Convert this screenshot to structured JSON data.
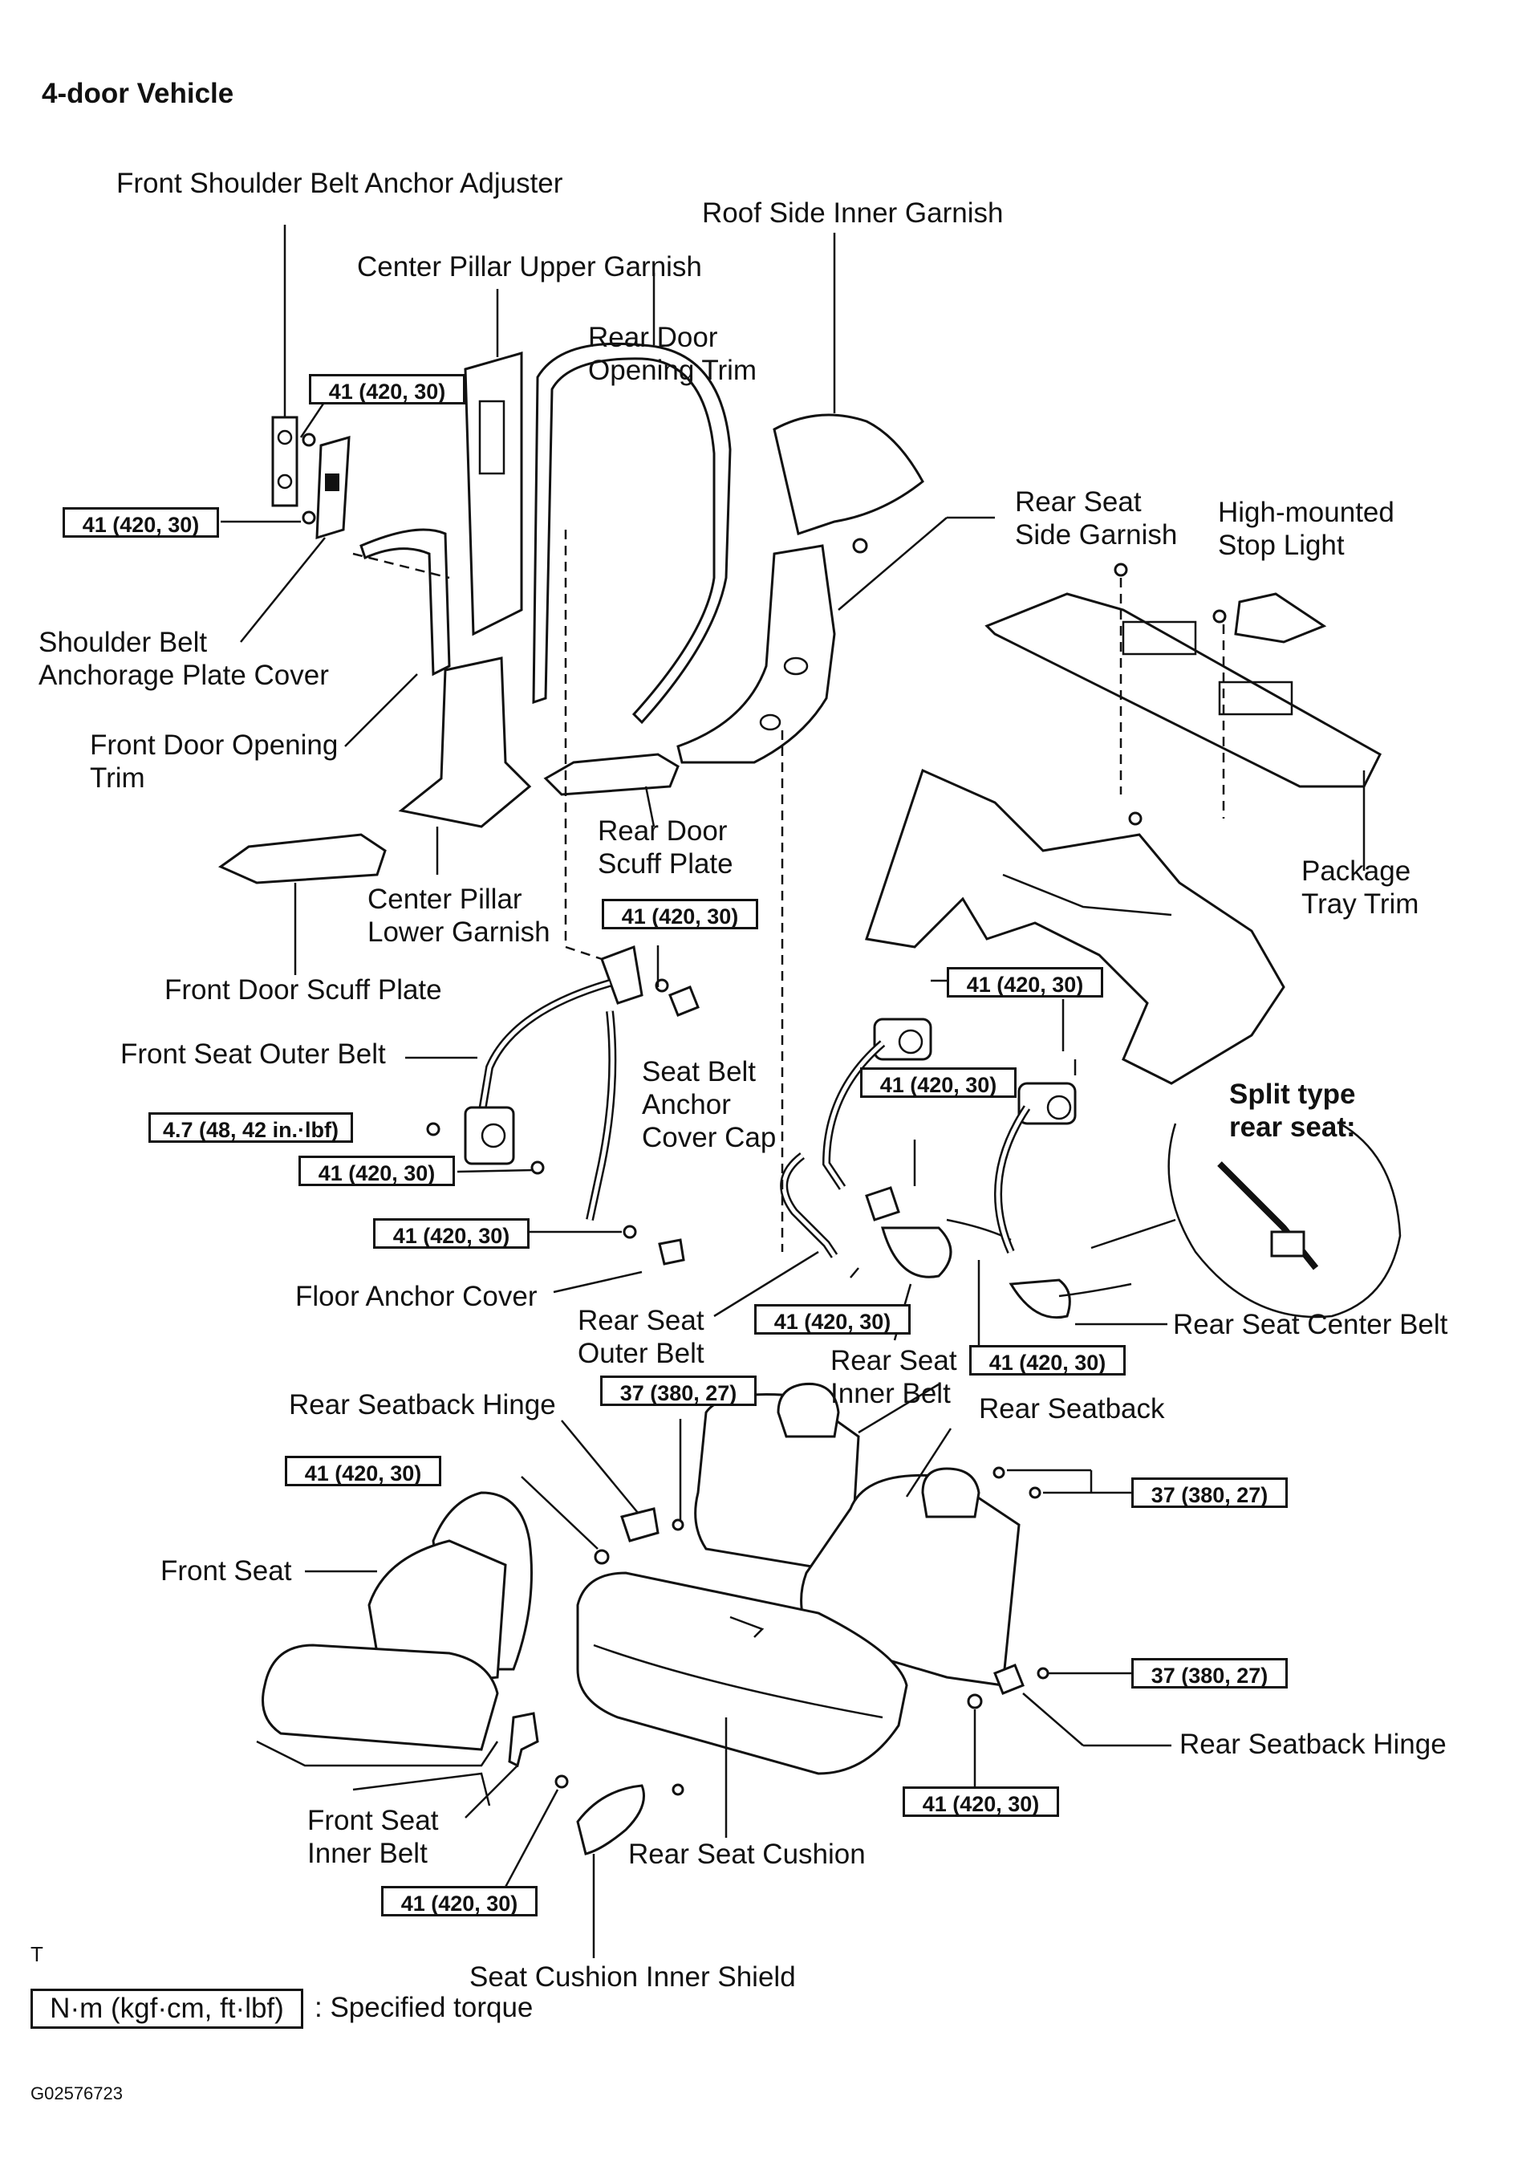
{
  "title": "4-door Vehicle",
  "labels": {
    "front_shoulder_belt_anchor_adjuster": "Front Shoulder Belt Anchor Adjuster",
    "roof_side_inner_garnish": "Roof Side Inner Garnish",
    "center_pillar_upper_garnish": "Center Pillar Upper Garnish",
    "rear_door_opening_trim": "Rear Door\nOpening Trim",
    "rear_seat_side_garnish": "Rear Seat\nSide Garnish",
    "high_mounted_stop_light": "High-mounted\nStop Light",
    "shoulder_belt_anchorage_plate_cover": "Shoulder Belt\nAnchorage Plate Cover",
    "front_door_opening_trim": "Front Door Opening\nTrim",
    "rear_door_scuff_plate": "Rear Door\nScuff Plate",
    "package_tray_trim": "Package\nTray Trim",
    "center_pillar_lower_garnish": "Center Pillar\nLower Garnish",
    "front_door_scuff_plate": "Front Door Scuff Plate",
    "front_seat_outer_belt": "Front Seat Outer Belt",
    "seat_belt_anchor_cover_cap": "Seat Belt\nAnchor\nCover Cap",
    "split_type_rear_seat": "Split type\nrear seat:",
    "floor_anchor_cover": "Floor Anchor Cover",
    "rear_seat_outer_belt": "Rear Seat\nOuter Belt",
    "rear_seat_inner_belt": "Rear Seat\nInner Belt",
    "rear_seat_center_belt": "Rear Seat Center Belt",
    "rear_seatback_hinge_top": "Rear Seatback Hinge",
    "rear_seatback": "Rear Seatback",
    "front_seat": "Front Seat",
    "rear_seatback_hinge_right": "Rear Seatback Hinge",
    "front_seat_inner_belt": "Front Seat\nInner Belt",
    "rear_seat_cushion": "Rear Seat Cushion",
    "seat_cushion_inner_shield": "Seat Cushion Inner Shield"
  },
  "torques": {
    "t41": "41 (420, 30)",
    "t37": "37 (380, 27)",
    "t47": "4.7 (48, 42 in.·lbf)"
  },
  "legend": {
    "unit": "N·m (kgf·cm, ft·lbf)",
    "text": ": Specified torque"
  },
  "page_mark": "T",
  "figure_code": "G02576723"
}
